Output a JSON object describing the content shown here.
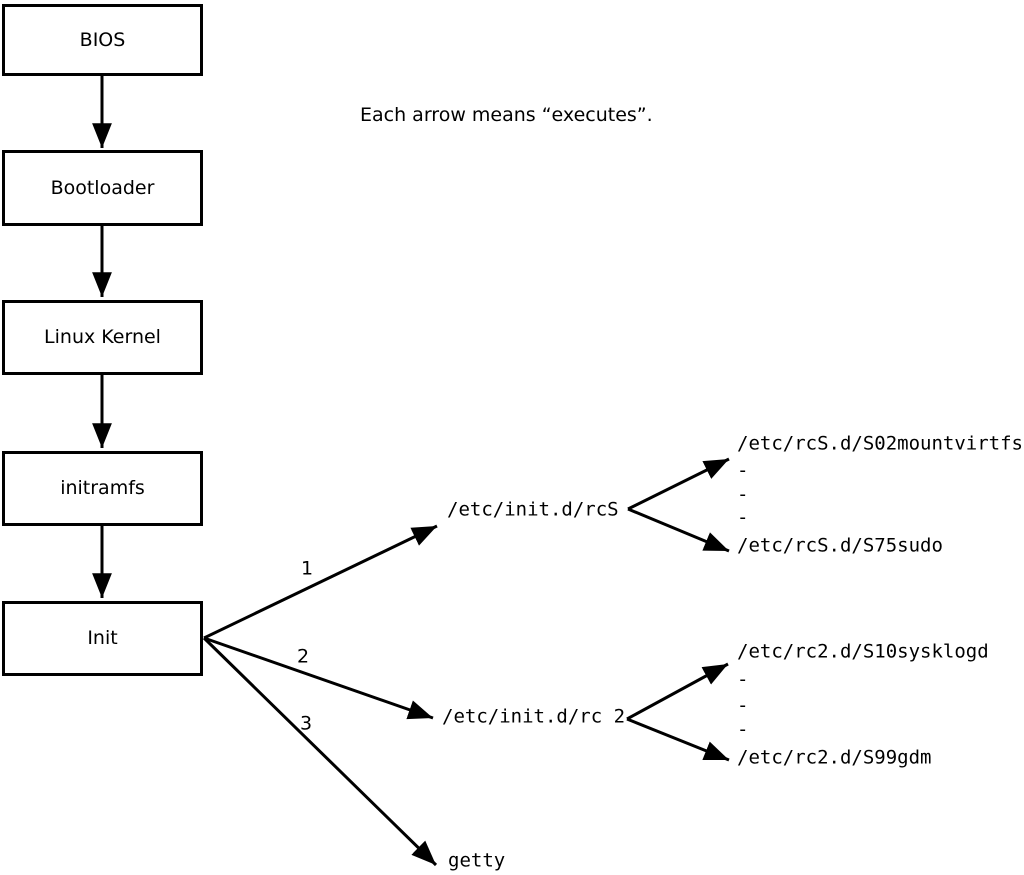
{
  "note": "Each arrow means “executes”.",
  "flow": {
    "bios": "BIOS",
    "bootloader": "Bootloader",
    "kernel": "Linux Kernel",
    "initramfs": "initramfs",
    "init": "Init"
  },
  "branches": {
    "rcs": {
      "number": "1",
      "target": "/etc/init.d/rcS"
    },
    "rc2": {
      "number": "2",
      "target": "/etc/init.d/rc 2"
    },
    "getty": {
      "number": "3",
      "target": "getty"
    }
  },
  "rcs_scripts": {
    "first": "/etc/rcS.d/S02mountvirtfs",
    "dash1": "-",
    "dash2": "-",
    "dash3": "-",
    "last": "/etc/rcS.d/S75sudo"
  },
  "rc2_scripts": {
    "first": "/etc/rc2.d/S10sysklogd",
    "dash1": "-",
    "dash2": "-",
    "dash3": "-",
    "last": "/etc/rc2.d/S99gdm"
  },
  "colors": {
    "stroke": "#000000",
    "box_background": "#ffffff"
  }
}
